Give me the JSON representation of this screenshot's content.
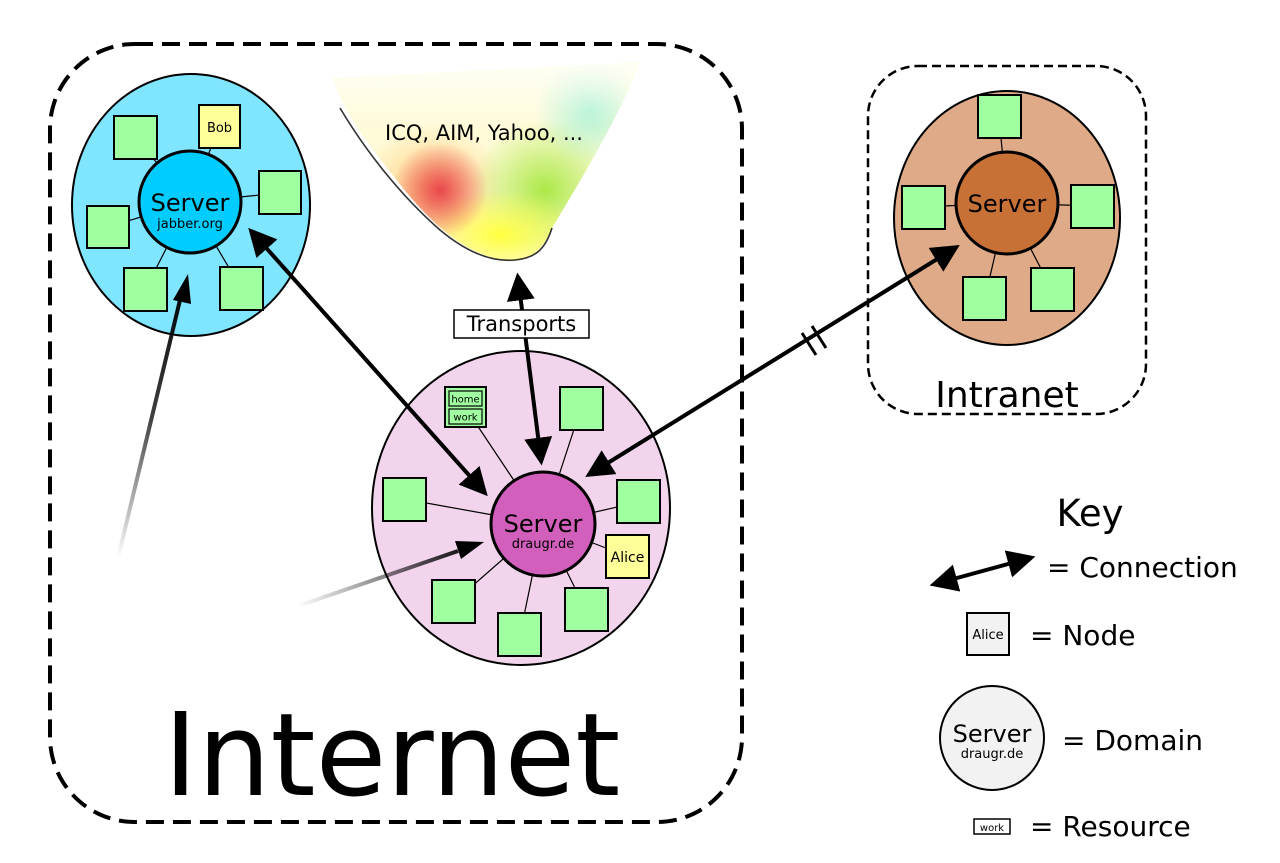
{
  "regions": {
    "internet_label": "Internet",
    "intranet_label": "Intranet"
  },
  "domains": {
    "jabber": {
      "title": "Server",
      "subtitle": "jabber.org",
      "node_label": "Bob"
    },
    "draugr": {
      "title": "Server",
      "subtitle": "draugr.de",
      "node_label": "Alice",
      "resources": [
        "home",
        "work"
      ]
    },
    "intranet": {
      "title": "Server"
    }
  },
  "transports": {
    "cloud_label": "ICQ, AIM, Yahoo, ...",
    "label": "Transports"
  },
  "key": {
    "title": "Key",
    "connection": "= Connection",
    "node_sample": "Alice",
    "node": "= Node",
    "domain_sample_title": "Server",
    "domain_sample_subtitle": "draugr.de",
    "domain": "= Domain",
    "resource_sample": "work",
    "resource": "= Resource"
  },
  "colors": {
    "jabber_domain": "#80e5ff",
    "jabber_server": "#00ccff",
    "draugr_domain": "#f2d5ec",
    "draugr_server": "#d35fbc",
    "intranet_domain": "#deaa87",
    "intranet_server": "#c87137",
    "node": "#a0ffa0",
    "named_node": "#ffff99"
  }
}
